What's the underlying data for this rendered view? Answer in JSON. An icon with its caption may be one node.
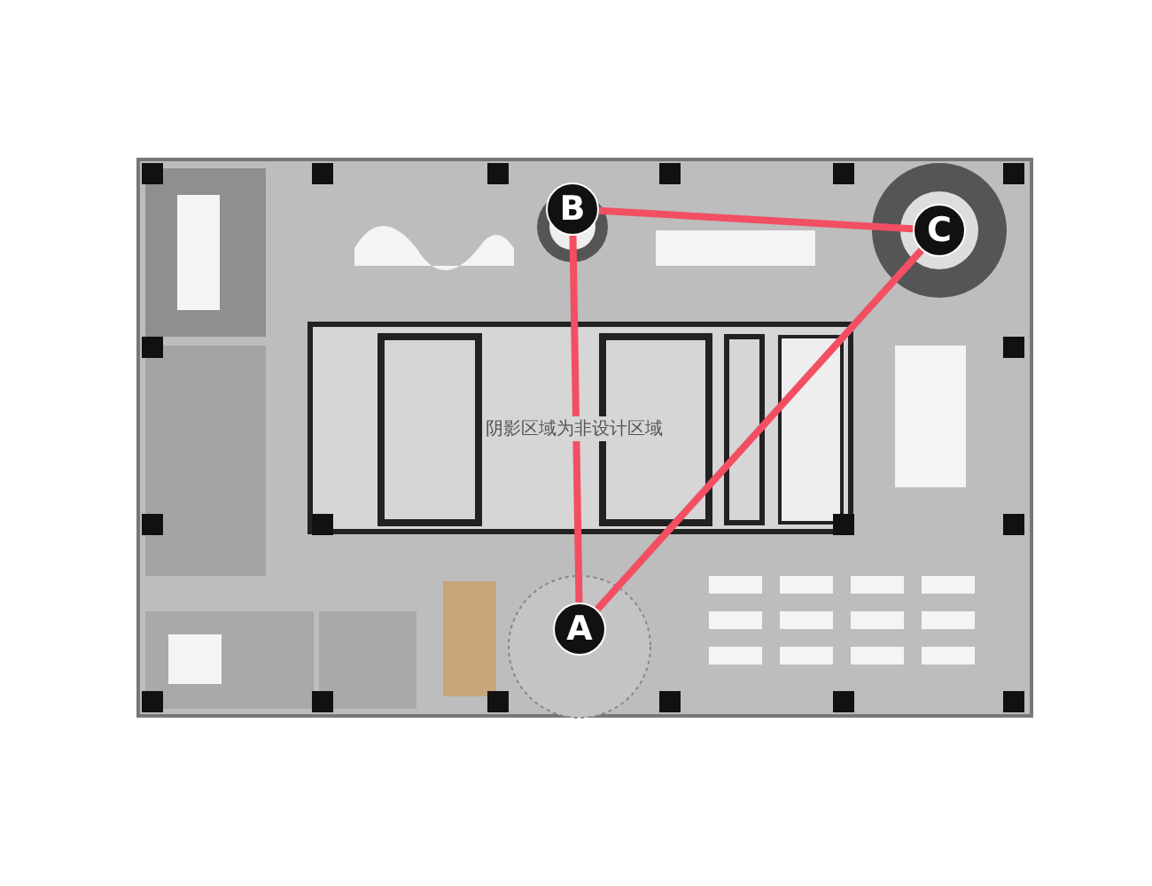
{
  "diagram": {
    "nodes": [
      {
        "text": [
          "B"
        ]
      },
      {
        "text": [
          "C"
        ]
      },
      {
        "text": [
          "A"
        ]
      }
    ],
    "edges": [
      {
        "from": 0,
        "to": 1,
        "arrow": "none"
      },
      {
        "from": 1,
        "to": 2,
        "arrow": "none"
      },
      {
        "from": 0,
        "to": 2,
        "arrow": "none"
      }
    ],
    "labels": [
      "阴影区域为非设计区域"
    ]
  }
}
